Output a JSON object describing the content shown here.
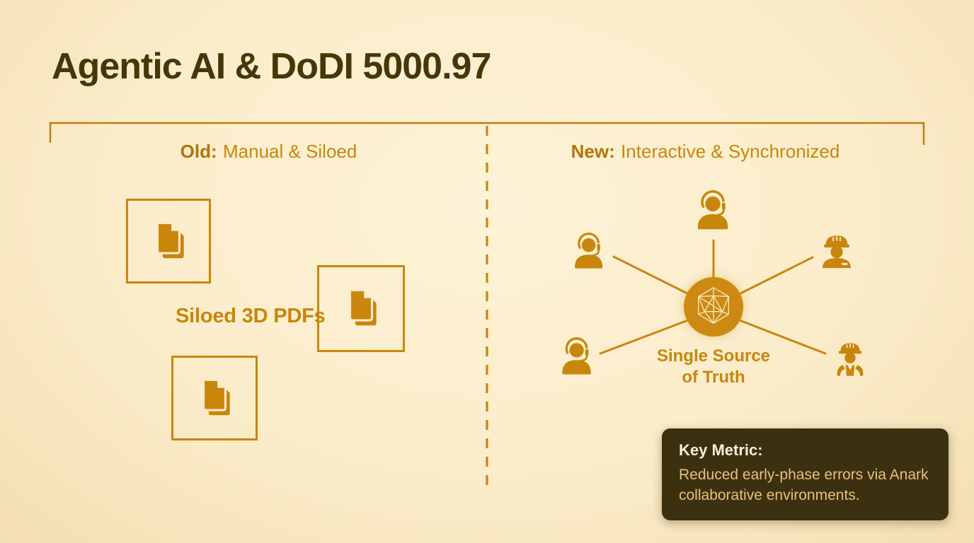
{
  "page": {
    "title": "Agentic AI & DoDI 5000.97"
  },
  "colors": {
    "background": "#fbecca",
    "accent_orange": "#c8860d",
    "accent_dark_orange": "#b0750b",
    "title_text": "#443809",
    "card_background": "#3b3110",
    "card_title_text": "#f8f0dc",
    "card_body_text": "#ecbf78"
  },
  "old_section": {
    "heading_prefix": "Old:",
    "heading_rest": "Manual & Siloed",
    "caption": "Siloed 3D PDFs",
    "icons": [
      "document-stack-icon",
      "document-stack-icon",
      "document-stack-icon"
    ]
  },
  "new_section": {
    "heading_prefix": "New:",
    "heading_rest": "Interactive & Synchronized",
    "hub_icon": "polyhedron-wireframe-icon",
    "hub_label_line1": "Single Source",
    "hub_label_line2": "of Truth",
    "node_icons": [
      "support-agent-headset-icon",
      "support-agent-headset-icon",
      "engineer-hard-hat-icon",
      "support-agent-headset-icon",
      "worker-hard-hat-vest-icon"
    ]
  },
  "key_metric": {
    "label": "Key Metric:",
    "description": "Reduced early-phase errors via Anark collaborative environments."
  }
}
